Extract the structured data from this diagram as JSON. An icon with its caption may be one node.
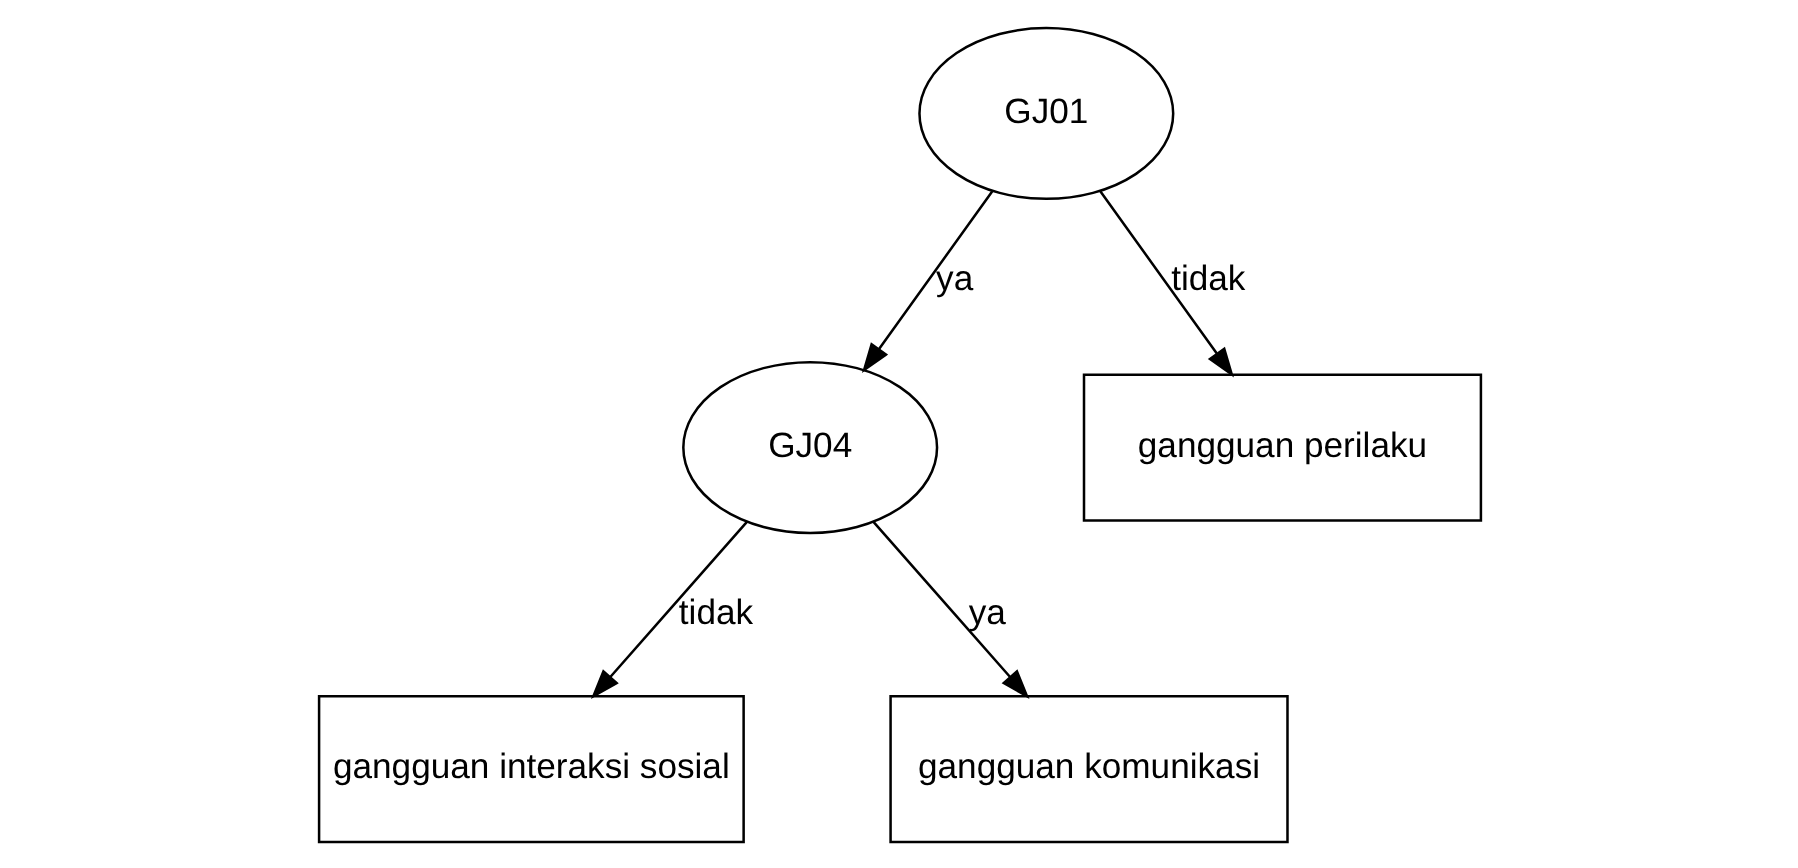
{
  "diagram": {
    "nodes": [
      {
        "text": [
          "GJ01"
        ]
      },
      {
        "text": [
          "GJ04"
        ]
      },
      {
        "text": [
          "gangguan perilaku"
        ]
      },
      {
        "text": [
          "gangguan interaksi sosial"
        ]
      },
      {
        "text": [
          "gangguan komunikasi"
        ]
      }
    ],
    "edges": [
      {
        "from": 0,
        "to": 1,
        "arrow": "to",
        "label": "ya"
      },
      {
        "from": 0,
        "to": 2,
        "arrow": "to",
        "label": "tidak"
      },
      {
        "from": 1,
        "to": 3,
        "arrow": "to",
        "label": "tidak"
      },
      {
        "from": 1,
        "to": 4,
        "arrow": "to",
        "label": "ya"
      }
    ]
  }
}
